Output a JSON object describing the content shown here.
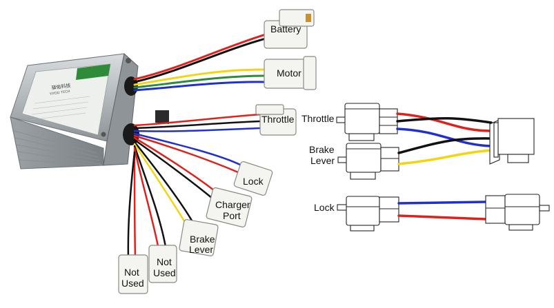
{
  "left_labels": {
    "battery": "Battery",
    "motor": "Motor",
    "throttle": "Throttle",
    "lock": "Lock",
    "charger_line1": "Charger",
    "charger_line2": "Port",
    "brake_line1": "Brake",
    "brake_line2": "Lever",
    "not_used_a_line1": "Not",
    "not_used_a_line2": "Used",
    "not_used_b_line1": "Not",
    "not_used_b_line2": "Used"
  },
  "right_labels": {
    "throttle": "Throttle",
    "brake_line1": "Brake",
    "brake_line2": "Lever",
    "lock": "Lock"
  },
  "controller_label": {
    "brand": "YIYOU TECH",
    "logo_text": "驿佑科技"
  },
  "colors": {
    "red": "#e0201a",
    "black": "#111111",
    "blue": "#1f2fd0",
    "yellow": "#f5d40c",
    "green_stripe": "#2e8b3a",
    "aluminum": "#b7bcc0"
  }
}
